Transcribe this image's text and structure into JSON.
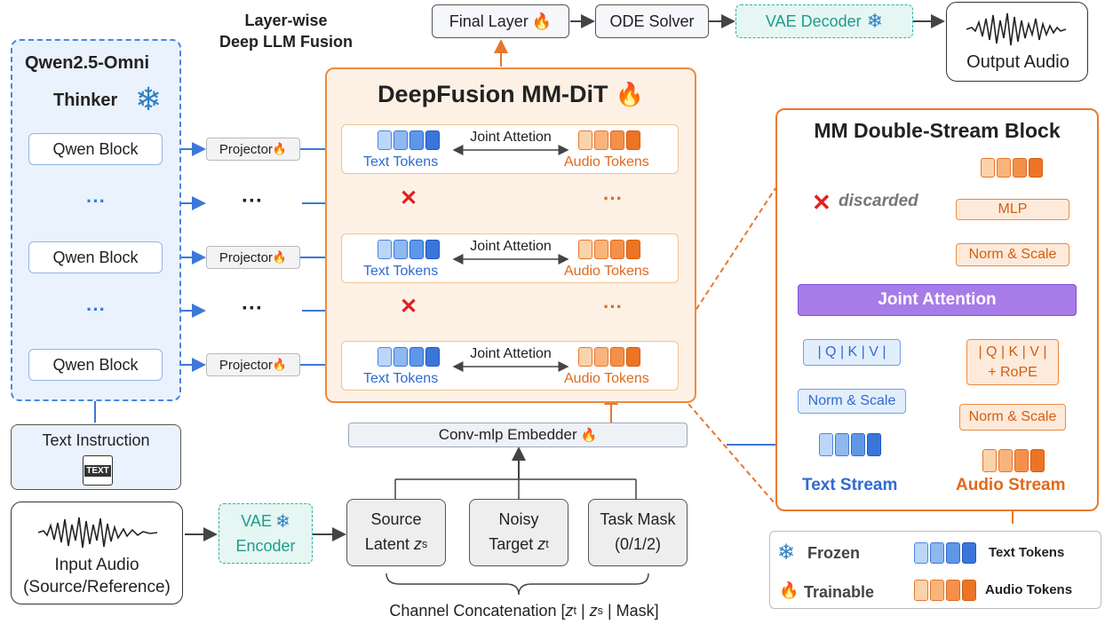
{
  "header": {
    "fusion_line1": "Layer-wise",
    "fusion_line2": "Deep LLM Fusion"
  },
  "top_flow": {
    "final_layer": "Final Layer",
    "ode_solver": "ODE Solver",
    "vae_decoder": "VAE Decoder",
    "output_audio": "Output Audio"
  },
  "qwen": {
    "title_line1": "Qwen2.5-Omni",
    "title_line2": "Thinker",
    "blocks": [
      "Qwen Block",
      "Qwen Block",
      "Qwen Block"
    ],
    "dots": "···",
    "text_instruction": "Text Instruction",
    "text_file_label": "TEXT"
  },
  "projectors": [
    "Projector",
    "Projector",
    "Projector"
  ],
  "ellipsis": "···",
  "mmdit": {
    "title": "DeepFusion MM-DiT",
    "rows": [
      {
        "attention": "Joint Attetion",
        "text_label": "Text Tokens",
        "audio_label": "Audio Tokens"
      },
      {
        "attention": "Joint Attetion",
        "text_label": "Text Tokens",
        "audio_label": "Audio Tokens"
      },
      {
        "attention": "Joint Attetion",
        "text_label": "Text Tokens",
        "audio_label": "Audio Tokens"
      }
    ],
    "cross": "✕",
    "dots": "···",
    "embedder": "Conv-mlp Embedder"
  },
  "inputs": {
    "input_audio_line1": "Input Audio",
    "input_audio_line2": "(Source/Reference)",
    "vae_encoder_line1": "VAE",
    "vae_encoder_line2": "Encoder",
    "source_latent_line1": "Source",
    "source_latent_word": "Latent",
    "source_latent_var": "z",
    "source_latent_sub": "s",
    "noisy_line1": "Noisy",
    "noisy_word": "Target",
    "noisy_var": "z",
    "noisy_sub": "t",
    "task_mask_line1": "Task Mask",
    "task_mask_line2": "(0/1/2)",
    "concat_prefix": "Channel Concatenation [",
    "concat_z": "z",
    "concat_t": "t",
    "concat_sep": " | ",
    "concat_s": "s",
    "concat_suffix": " | Mask]"
  },
  "double_stream": {
    "title": "MM Double-Stream Block",
    "discarded": "discarded",
    "mlp": "MLP",
    "norm_scale_top": "Norm & Scale",
    "joint_attention": "Joint Attention",
    "qkv_text": "| Q | K | V |",
    "qkv_audio_line1": "| Q | K | V |",
    "qkv_audio_line2": "+ RoPE",
    "norm_scale_text": "Norm & Scale",
    "norm_scale_audio": "Norm & Scale",
    "text_stream": "Text Stream",
    "audio_stream": "Audio Stream"
  },
  "legend": {
    "frozen": "Frozen",
    "trainable": "Trainable",
    "text_tokens": "Text Tokens",
    "audio_tokens": "Audio Tokens"
  },
  "icons": {
    "snowflake": "❄",
    "flame": "🔥"
  },
  "colors": {
    "blue": "#2f6bd0",
    "orange": "#e06a1c",
    "teal": "#1e9c8c",
    "purple": "#a77be8",
    "red": "#e02020"
  }
}
